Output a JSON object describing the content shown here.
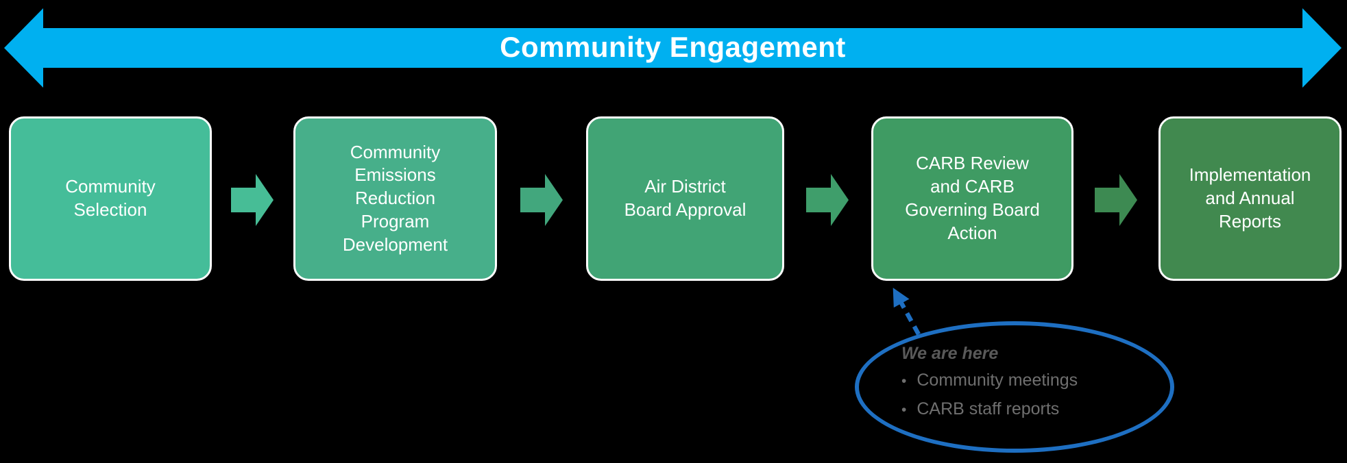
{
  "banner": {
    "title": "Community Engagement",
    "color": "#00B0F0",
    "text_color": "#FFFFFF"
  },
  "process": {
    "steps": [
      {
        "label": "Community\nSelection",
        "color": "#45BD99"
      },
      {
        "label": "Community\nEmissions\nReduction\nProgram\nDevelopment",
        "color": "#47AF8A"
      },
      {
        "label": "Air District\nBoard Approval",
        "color": "#41A475"
      },
      {
        "label": "CARB Review\nand CARB\nGoverning Board\nAction",
        "color": "#3F9B63"
      },
      {
        "label": "Implementation\nand Annual\nReports",
        "color": "#41894F"
      }
    ],
    "connectors": [
      {
        "color": "#47BD96"
      },
      {
        "color": "#42A77D"
      },
      {
        "color": "#3F9E6B"
      },
      {
        "color": "#3D8A52"
      }
    ]
  },
  "callout": {
    "header": "We are here",
    "bullets": [
      "Community meetings",
      "CARB staff reports"
    ],
    "bullet_glyph": "•",
    "accent_color": "#1E6FC2",
    "header_color": "#595959",
    "bullet_color": "#6F6F6F"
  }
}
